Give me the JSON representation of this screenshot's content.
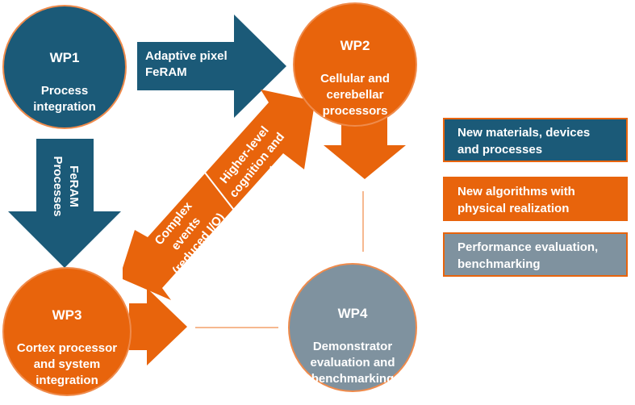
{
  "colors": {
    "teal": "#1b5a78",
    "orange": "#e8640c",
    "gray": "#7f929f",
    "circle_border": "#ef8b4c",
    "line": "#f3a06a"
  },
  "wp1": {
    "title": "WP1",
    "subtitle": "Process\nintegration"
  },
  "wp2": {
    "title": "WP2",
    "subtitle": "Cellular and\ncerebellar\nprocessors"
  },
  "wp3": {
    "title": "WP3",
    "subtitle": "Cortex processor\nand system\nintegration"
  },
  "wp4": {
    "title": "WP4",
    "subtitle": "Demonstrator\nevaluation and\nbenchmarking"
  },
  "arrows": {
    "wp1_to_wp2": "Adaptive pixel\nFeRAM",
    "wp1_to_wp3": "FeRAM\nProcesses",
    "diag_upper": "Higher-level\ncognition and\nlearning",
    "diag_lower": "Complex\nevents\n(reduced I/O)"
  },
  "legend": [
    {
      "label": "New materials, devices\nand processes",
      "color": "#1b5a78"
    },
    {
      "label": "New algorithms with\nphysical realization",
      "color": "#e8640c"
    },
    {
      "label": "Performance evaluation,\nbenchmarking",
      "color": "#7f929f"
    }
  ]
}
